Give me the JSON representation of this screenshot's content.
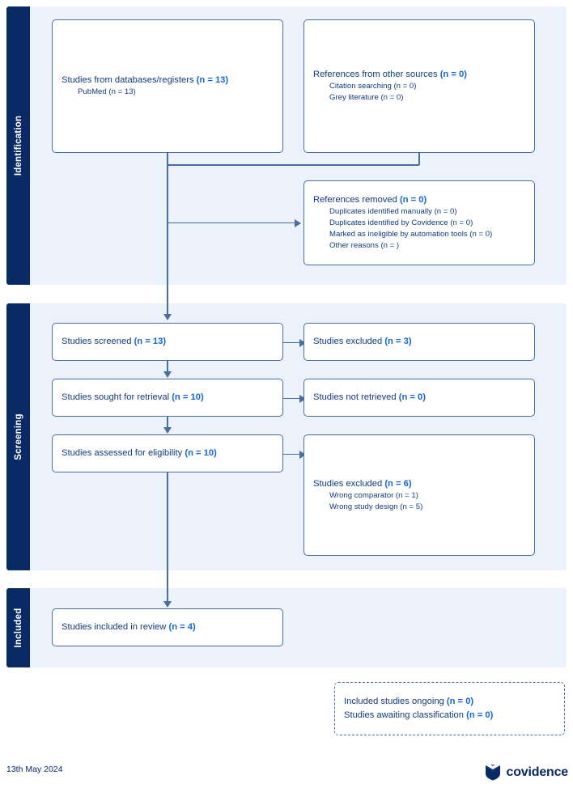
{
  "diagram": {
    "type": "prisma-flow-diagram",
    "bands": [
      {
        "label": "Identification"
      },
      {
        "label": "Screening"
      },
      {
        "label": "Included"
      }
    ],
    "boxes": {
      "databases": {
        "title_text": "Studies from databases/registers ",
        "title_n": "(n = 13)",
        "subitems": [
          "PubMed (n = 13)"
        ]
      },
      "other_sources": {
        "title_text": "References from other sources ",
        "title_n": "(n = 0)",
        "subitems": [
          "Citation searching (n = 0)",
          "Grey literature (n = 0)"
        ]
      },
      "references_removed": {
        "title_text": "References removed ",
        "title_n": "(n = 0)",
        "subitems": [
          "Duplicates identified manually (n = 0)",
          "Duplicates identified by Covidence (n = 0)",
          "Marked as ineligible by automation tools (n = 0)",
          "Other reasons (n = )"
        ]
      },
      "screened": {
        "title_text": "Studies screened ",
        "title_n": "(n = 13)"
      },
      "excluded_screened": {
        "title_text": "Studies excluded ",
        "title_n": "(n = 3)"
      },
      "sought_retrieval": {
        "title_text": "Studies sought for retrieval ",
        "title_n": "(n = 10)"
      },
      "not_retrieved": {
        "title_text": "Studies not retrieved ",
        "title_n": "(n = 0)"
      },
      "assessed_eligibility": {
        "title_text": "Studies assessed for eligibility ",
        "title_n": "(n = 10)"
      },
      "excluded_eligibility": {
        "title_text": "Studies excluded ",
        "title_n": "(n = 6)",
        "subitems": [
          "Wrong comparator (n = 1)",
          "Wrong study design (n = 5)"
        ]
      },
      "included_review": {
        "title_text": "Studies included in review ",
        "title_n": "(n = 4)"
      },
      "ongoing_awaiting": {
        "line1_text": "Included studies ongoing ",
        "line1_n": "(n = 0)",
        "line2_text": "Studies awaiting classification ",
        "line2_n": "(n = 0)"
      }
    }
  },
  "footer": {
    "date": "13th May 2024",
    "brand_name": "covidence",
    "brand_icon": "covidence-shield-icon"
  },
  "colors": {
    "band_tab": "#0a2a66",
    "band_fill": "#ecf2fc",
    "box_border": "#4a6d9e",
    "text": "#123b7a",
    "accent_number": "#1565d8"
  }
}
